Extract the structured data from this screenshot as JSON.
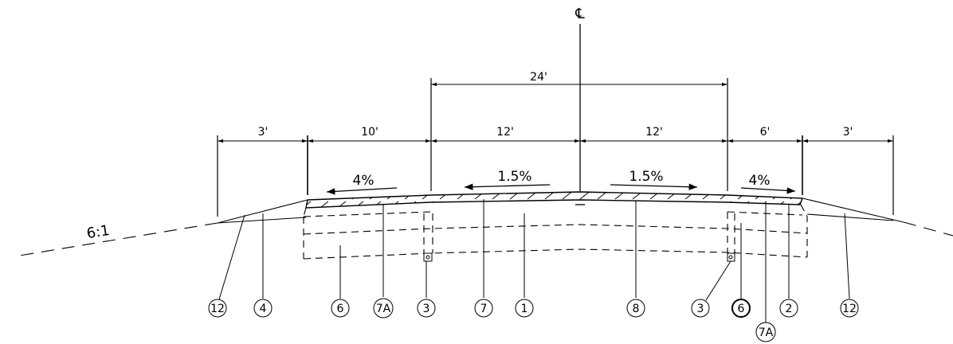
{
  "centerline_label": "℄",
  "dimensions": {
    "overall": "24'",
    "left_foreslope": "3'",
    "left_shoulder": "10'",
    "left_lane": "12'",
    "right_lane": "12'",
    "right_shoulder": "6'",
    "right_foreslope": "3'"
  },
  "slopes": {
    "left_shoulder": "4%",
    "left_lane": "1.5%",
    "right_lane": "1.5%",
    "right_shoulder": "4%"
  },
  "side_slope": "6:1",
  "callouts": [
    "12",
    "4",
    "6",
    "7A",
    "3",
    "7",
    "1",
    "8",
    "3",
    "6",
    "2",
    "12",
    "7A"
  ]
}
